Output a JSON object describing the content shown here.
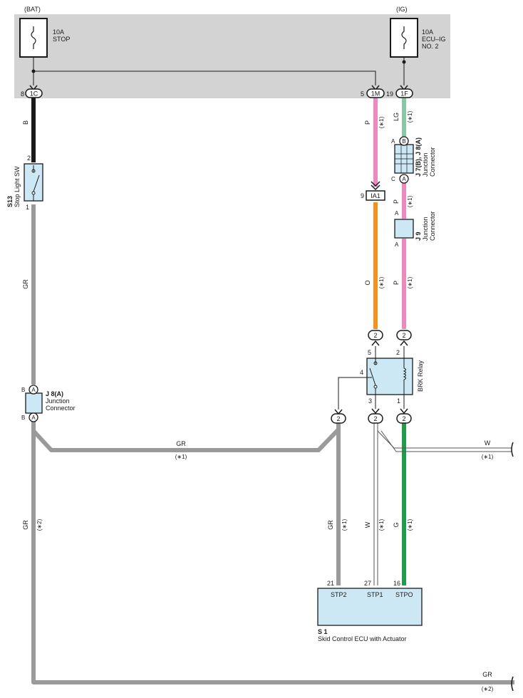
{
  "power_panel": {
    "bat_label": "(BAT)",
    "ig_label": "(IG)",
    "fuse_stop": {
      "rating": "10A",
      "name": "STOP"
    },
    "fuse_ecu_ig": {
      "rating": "10A",
      "line1": "ECU–IG",
      "line2": "NO. 2"
    }
  },
  "connectors": {
    "c_1c": {
      "label": "1C",
      "pin": "8"
    },
    "c_1m": {
      "label": "1M",
      "pin": "5"
    },
    "c_1f": {
      "label": "1F",
      "pin": "19"
    },
    "c_ia1": {
      "label": "IA1",
      "pin": "9"
    },
    "small_label": "2"
  },
  "components": {
    "s13": {
      "code": "S13",
      "name": "Stop Light SW",
      "pin_top": "2",
      "pin_bottom": "1"
    },
    "j7_j8": {
      "code": "J 7(B), J 8(A)",
      "line1": "Junction",
      "line2": "Connector",
      "pin_top_side": "A",
      "pin_top": "B",
      "pin_bottom_side": "C",
      "pin_bottom": "A"
    },
    "j9": {
      "code": "J 9",
      "line1": "Junction",
      "line2": "Connector",
      "pin_top": "A",
      "pin_bottom": "A"
    },
    "j8a": {
      "code": "J 8(A)",
      "line1": "Junction",
      "line2": "Connector",
      "pin_top_side": "B",
      "pin_top": "A",
      "pin_bottom_side": "B",
      "pin_bottom": "A"
    },
    "brk": {
      "name": "BRK Relay",
      "pin5": "5",
      "pin4": "4",
      "pin3": "3",
      "pin2": "2",
      "pin1": "1"
    },
    "s1": {
      "code": "S 1",
      "name": "Skid Control ECU with Actuator",
      "pin_stp2": "21",
      "pin_stp1": "27",
      "pin_stpo": "16",
      "t_stp2": "STP2",
      "t_stp1": "STP1",
      "t_stpo": "STPO"
    }
  },
  "wires": {
    "b": "B",
    "p": "P",
    "lg": "LG",
    "o": "O",
    "gr": "GR",
    "w": "W",
    "g": "G",
    "note1": "(∗1)",
    "note2": "(∗2)"
  },
  "colors": {
    "black": "#1a1a1a",
    "pink": "#ef88bf",
    "lightgreen": "#86c9a2",
    "orange": "#f5921e",
    "gray": "#9a9a9a",
    "green": "#1e9e4a",
    "panel": "#d3d3d3",
    "box": "#cce8f5"
  }
}
